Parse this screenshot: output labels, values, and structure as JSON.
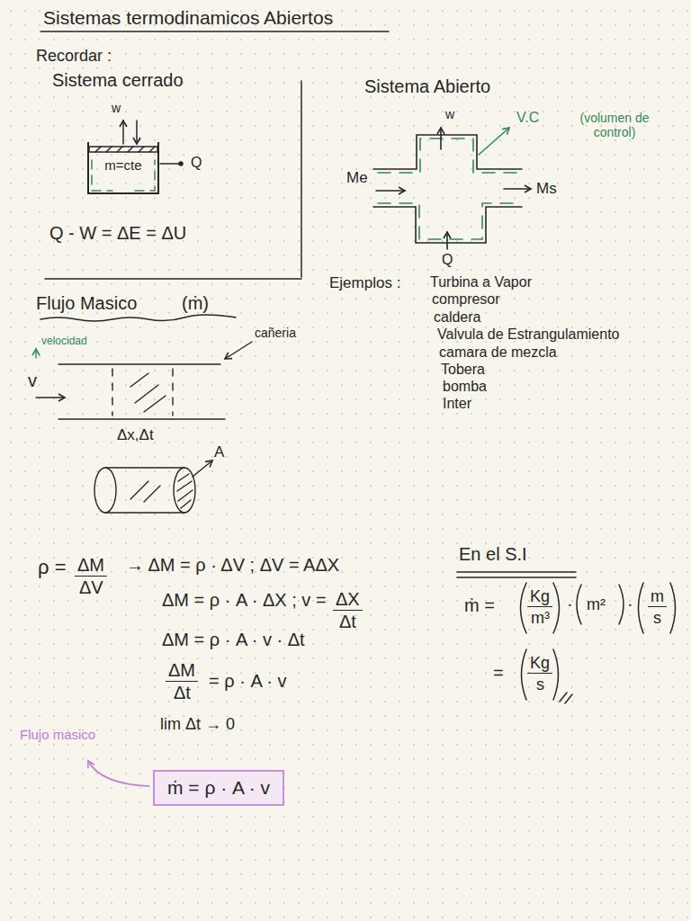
{
  "diagram": {
    "title": "Sistemas termodinamicos Abiertos",
    "nodes": [
      {
        "text": [
          "m=cte"
        ]
      },
      {
        "text": [
          "ṁ = ρ · A · v"
        ]
      }
    ],
    "labels": [
      "Recordar :",
      "Sistema cerrado",
      "w",
      "Q",
      "Q - W = ΔE = ΔU",
      "Sistema Abierto",
      "w",
      "V.C",
      "(volumen de control)",
      "Me",
      "Ms",
      "Q",
      "Ejemplos :",
      "Turbina a Vapor",
      "compresor",
      "caldera",
      "Valvula de Estrangulamiento",
      "camara de mezcla",
      "Tobera",
      "bomba",
      "Inter",
      "Flujo Masico",
      "(ṁ)",
      "velocidad",
      "v",
      "cañeria",
      "Δx,Δt",
      "A",
      "ρ =",
      "ΔM",
      "ΔV",
      "→ ΔM = ρ · ΔV ; ΔV = AΔX",
      "ΔM = ρ · A · ΔX ; v =",
      "ΔX",
      "Δt",
      "ΔM = ρ · A · v · Δt",
      "ΔM",
      "Δt",
      "= ρ · A · v",
      "lim Δt → 0",
      "Flujo masico",
      "En el S.I",
      "ṁ =",
      "Kg",
      "m³",
      "·",
      "m²",
      "·",
      "m",
      "s",
      "=",
      "Kg",
      "s"
    ]
  }
}
